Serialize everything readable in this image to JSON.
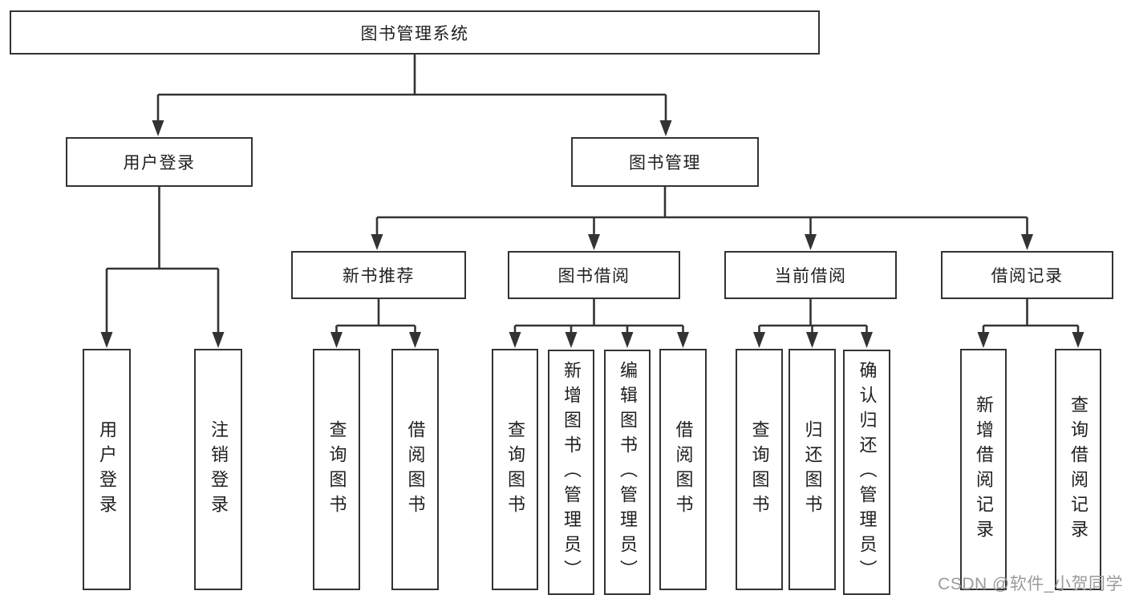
{
  "diagram": {
    "root": {
      "label": "图书管理系统"
    },
    "branches": [
      {
        "label": "用户登录",
        "children": [
          {
            "label": "用户登录"
          },
          {
            "label": "注销登录"
          }
        ]
      },
      {
        "label": "图书管理",
        "children": [
          {
            "label": "新书推荐",
            "children": [
              {
                "label": "查询图书"
              },
              {
                "label": "借阅图书"
              }
            ]
          },
          {
            "label": "图书借阅",
            "children": [
              {
                "label": "查询图书"
              },
              {
                "label": "新增图书（管理员）"
              },
              {
                "label": "编辑图书（管理员）"
              },
              {
                "label": "借阅图书"
              }
            ]
          },
          {
            "label": "当前借阅",
            "children": [
              {
                "label": "查询图书"
              },
              {
                "label": "归还图书"
              },
              {
                "label": "确认归还（管理员）"
              }
            ]
          },
          {
            "label": "借阅记录",
            "children": [
              {
                "label": "新增借阅记录"
              },
              {
                "label": "查询借阅记录"
              }
            ]
          }
        ]
      }
    ]
  },
  "watermark": {
    "text": "CSDN @软件_小贺同学"
  },
  "colors": {
    "line": "#333333",
    "box_fill": "#ffffff",
    "text": "#1f1f1f",
    "watermark": "#9b9b9b"
  }
}
